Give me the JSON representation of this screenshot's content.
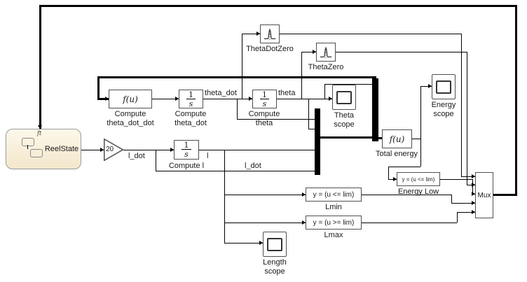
{
  "diagram": {
    "blocks": {
      "reelstate": {
        "name": "ReelState",
        "preview_text": "ft"
      },
      "gain20": {
        "value": "20"
      },
      "compute_theta_dot_dot": {
        "expr": "f(u)",
        "label1": "Compute",
        "label2": "theta_dot_dot"
      },
      "compute_theta_dot": {
        "num": "1",
        "den": "s",
        "label1": "Compute",
        "label2": "theta_dot"
      },
      "compute_theta": {
        "num": "1",
        "den": "s",
        "label1": "Compute",
        "label2": "theta"
      },
      "compute_l": {
        "num": "1",
        "den": "s",
        "label": "Compute l"
      },
      "theta_scope": {
        "label1": "Theta",
        "label2": "scope"
      },
      "energy_scope": {
        "label1": "Energy",
        "label2": "scope"
      },
      "length_scope": {
        "label1": "Length",
        "label2": "scope"
      },
      "theta_dot_zero": {
        "label": "ThetaDotZero"
      },
      "theta_zero": {
        "label": "ThetaZero"
      },
      "total_energy": {
        "expr": "f(u)",
        "label": "Total energy"
      },
      "energy_low": {
        "expr": "y = (u <= lim)",
        "label": "Energy Low"
      },
      "lmin": {
        "expr": "y = (u <= lim)",
        "label": "Lmin"
      },
      "lmax": {
        "expr": "y = (u >= lim)",
        "label": "Lmax"
      },
      "mux": {
        "label": "Mux"
      }
    },
    "signal_labels": {
      "theta_dot": "theta_dot",
      "theta": "theta",
      "l_dot_a": "l_dot",
      "l": "l",
      "l_dot_b": "l_dot"
    }
  }
}
